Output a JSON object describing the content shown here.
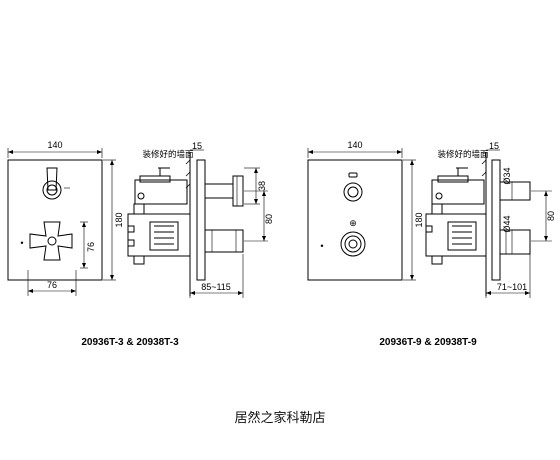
{
  "left": {
    "plate_width": "140",
    "plate_height": "180",
    "wall_label": "装修好的墙面",
    "wall_offset": "15",
    "dim_38": "38",
    "dim_80": "80",
    "dim_76_v": "76",
    "dim_76_h": "76",
    "depth_range": "85~115",
    "model": "20936T-3 & 20938T-3"
  },
  "right": {
    "plate_width": "140",
    "plate_height": "180",
    "wall_label": "装修好的墙面",
    "wall_offset": "15",
    "dia_34": "Ø34",
    "dia_44": "Ø44",
    "dim_80": "80",
    "depth_range": "71~101",
    "model": "20936T-9 & 20938T-9"
  },
  "footer": "居然之家科勒店"
}
